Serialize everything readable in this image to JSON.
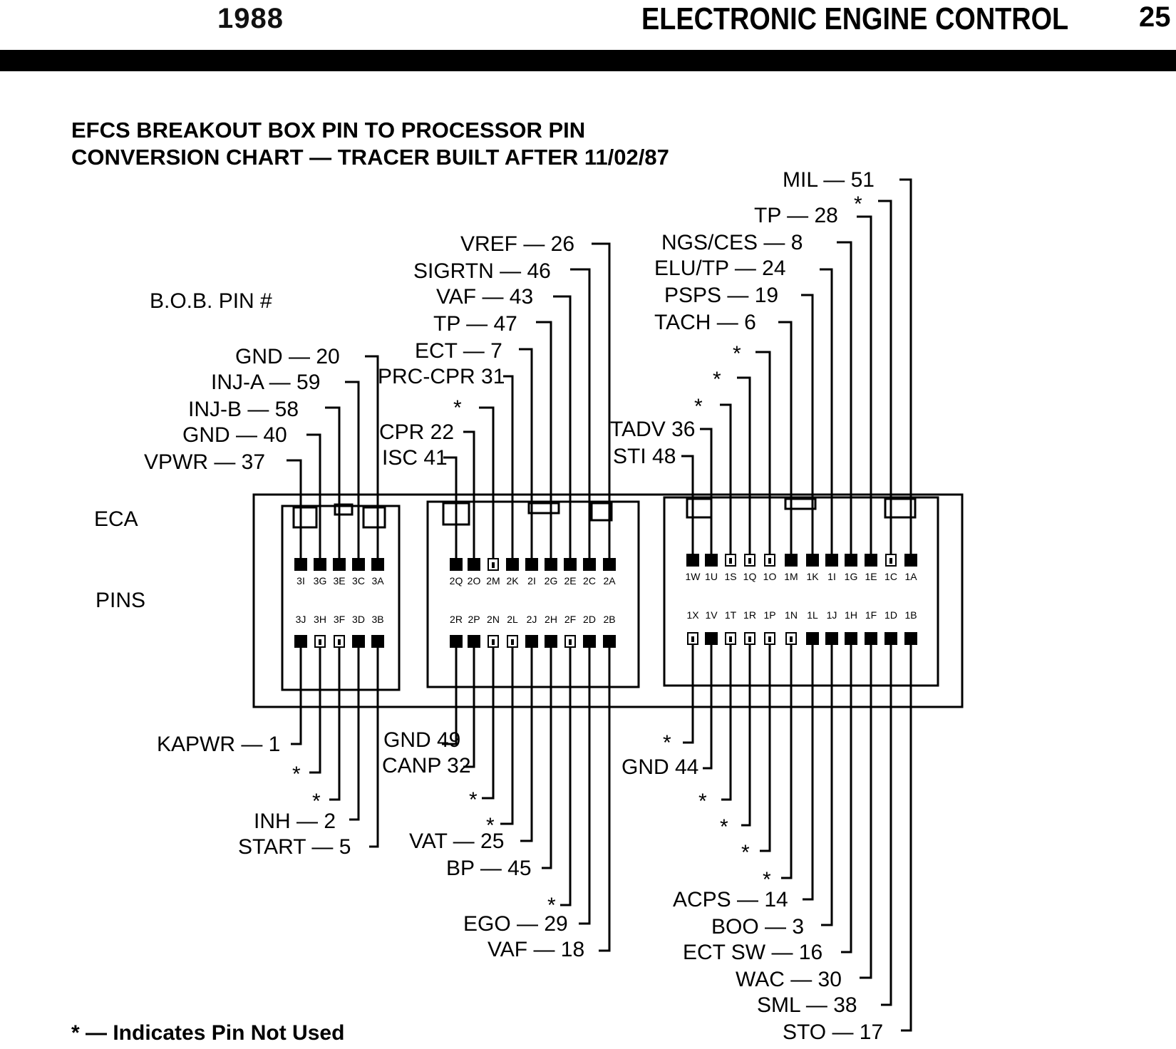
{
  "header": {
    "year": "1988",
    "section_title": "ELECTRONIC ENGINE CONTROL",
    "page_number": "25"
  },
  "chart": {
    "title_line1": "EFCS BREAKOUT BOX PIN TO PROCESSOR PIN",
    "title_line2": "CONVERSION CHART — TRACER BUILT AFTER 11/02/87",
    "bob_label": "B.O.B. PIN #",
    "eca_label": "ECA",
    "pins_label": "PINS"
  },
  "connectors": {
    "c3": {
      "top_codes": [
        "3I",
        "3G",
        "3E",
        "3C",
        "3A"
      ],
      "top_used": [
        true,
        true,
        true,
        true,
        true
      ],
      "bottom_codes": [
        "3J",
        "3H",
        "3F",
        "3D",
        "3B"
      ],
      "bottom_used": [
        true,
        false,
        false,
        true,
        true
      ]
    },
    "c2": {
      "top_codes": [
        "2Q",
        "2O",
        "2M",
        "2K",
        "2I",
        "2G",
        "2E",
        "2C",
        "2A"
      ],
      "top_used": [
        true,
        true,
        false,
        true,
        true,
        true,
        true,
        true,
        true
      ],
      "bottom_codes": [
        "2R",
        "2P",
        "2N",
        "2L",
        "2J",
        "2H",
        "2F",
        "2D",
        "2B"
      ],
      "bottom_used": [
        true,
        true,
        false,
        false,
        true,
        true,
        false,
        true,
        true
      ]
    },
    "c1": {
      "top_codes": [
        "1W",
        "1U",
        "1S",
        "1Q",
        "1O",
        "1M",
        "1K",
        "1I",
        "1G",
        "1E",
        "1C",
        "1A"
      ],
      "top_used": [
        true,
        true,
        false,
        false,
        false,
        true,
        true,
        true,
        true,
        true,
        false,
        true
      ],
      "bottom_codes": [
        "1X",
        "1V",
        "1T",
        "1R",
        "1P",
        "1N",
        "1L",
        "1J",
        "1H",
        "1F",
        "1D",
        "1B"
      ],
      "bottom_used": [
        false,
        true,
        false,
        false,
        false,
        false,
        true,
        true,
        true,
        true,
        true,
        true
      ]
    }
  },
  "labels": {
    "gnd20": "GND — 20",
    "inja59": "INJ-A — 59",
    "injb58": "INJ-B — 58",
    "gnd40": "GND — 40",
    "vpwr37": "VPWR — 37",
    "vref26": "VREF — 26",
    "sigrtn46": "SIGRTN — 46",
    "vaf43": "VAF — 43",
    "tp47": "TP — 47",
    "ect7": "ECT — 7",
    "prccpr31": "PRC-CPR 31",
    "star_2m": "*",
    "cpr22": "CPR 22",
    "isc41": "ISC 41",
    "mil51": "MIL — 51",
    "star_1c": "*",
    "tp28": "TP — 28",
    "ngsces8": "NGS/CES — 8",
    "elutp24": "ELU/TP — 24",
    "psps19": "PSPS — 19",
    "tach6": "TACH — 6",
    "star_1o": "*",
    "star_1q": "*",
    "star_1s": "*",
    "tadv36": "TADV 36",
    "sti48": "STI 48",
    "kapwr1": "KAPWR — 1",
    "star_3h": "*",
    "star_3f": "*",
    "inh2": "INH — 2",
    "start5": "START — 5",
    "gnd49": "GND 49",
    "canp32": "CANP 32",
    "star_2n": "*",
    "star_2l": "*",
    "vat25": "VAT — 25",
    "bp45": "BP — 45",
    "star_2f": "*",
    "ego29": "EGO — 29",
    "vaf18": "VAF — 18",
    "star_1x": "*",
    "gnd44": "GND 44",
    "star_1t": "*",
    "star_1r": "*",
    "star_1p": "*",
    "star_1n": "*",
    "acps14": "ACPS — 14",
    "boo3": "BOO — 3",
    "ectsw16": "ECT SW — 16",
    "wac30": "WAC — 30",
    "sml38": "SML — 38",
    "sto17": "STO — 17"
  },
  "footnote": "* — Indicates Pin Not Used"
}
